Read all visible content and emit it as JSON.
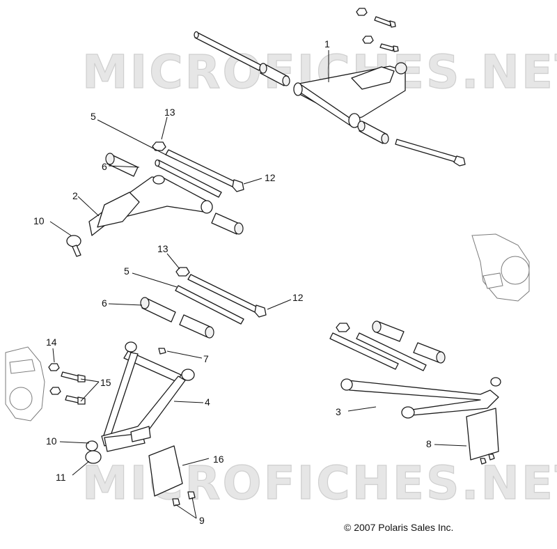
{
  "watermark": "MICROFICHES.NET",
  "copyright": "© 2007 Polaris Sales Inc.",
  "callouts": {
    "c1": "1",
    "c2": "2",
    "c3": "3",
    "c4": "4",
    "c5a": "5",
    "c5b": "5",
    "c6a": "6",
    "c6b": "6",
    "c7": "7",
    "c8": "8",
    "c9": "9",
    "c10a": "10",
    "c10b": "10",
    "c11": "11",
    "c12a": "12",
    "c12b": "12",
    "c13a": "13",
    "c13b": "13",
    "c14": "14",
    "c15": "15",
    "c16": "16"
  }
}
